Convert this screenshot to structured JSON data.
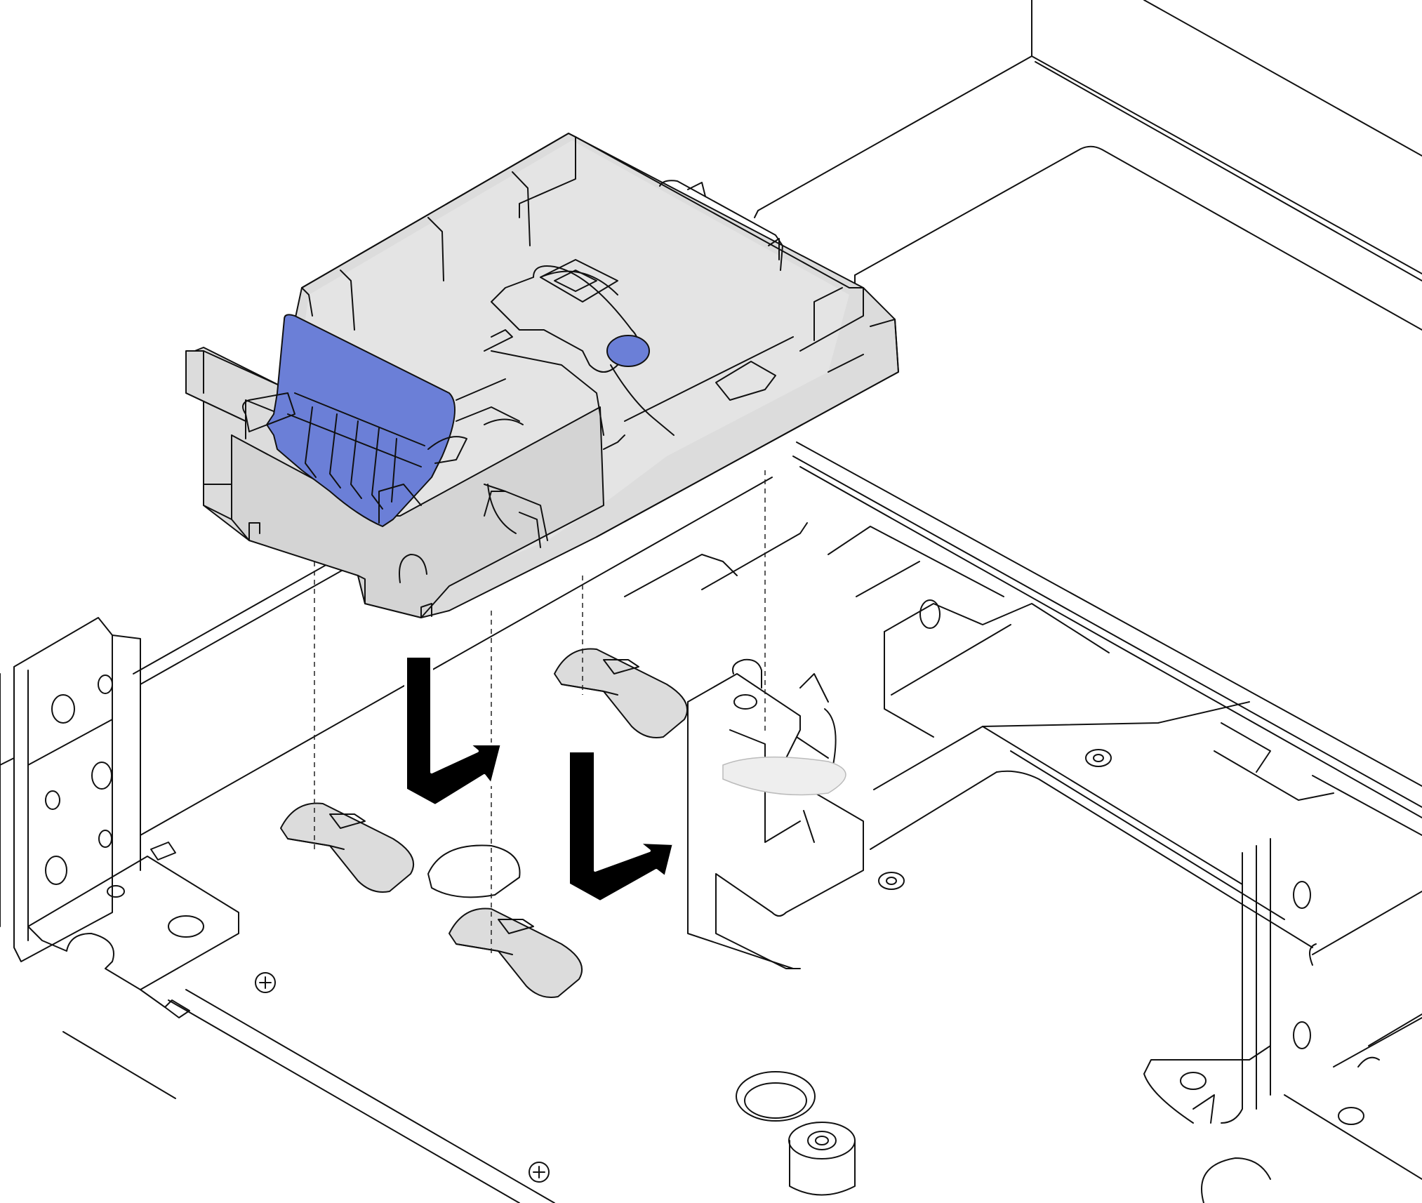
{
  "diagram": {
    "colors": {
      "background": "#ffffff",
      "line": "#111111",
      "part_gray": "#dcdcdc",
      "part_gray_dark": "#c8c8c8",
      "touch_point_blue": "#6b7fd7",
      "arrow": "#000000"
    },
    "parts": [
      {
        "name": "m2-adapter-holder"
      },
      {
        "name": "blue-retention-latch"
      },
      {
        "name": "blue-locating-pin"
      },
      {
        "name": "chassis-mounting-clips"
      },
      {
        "name": "chassis-floor"
      },
      {
        "name": "rear-drive-cage-bracket"
      }
    ],
    "installation_steps": [
      {
        "step": 1,
        "motion": "lower-down-then-slide"
      },
      {
        "step": 2,
        "motion": "lower-down-then-slide"
      }
    ]
  }
}
